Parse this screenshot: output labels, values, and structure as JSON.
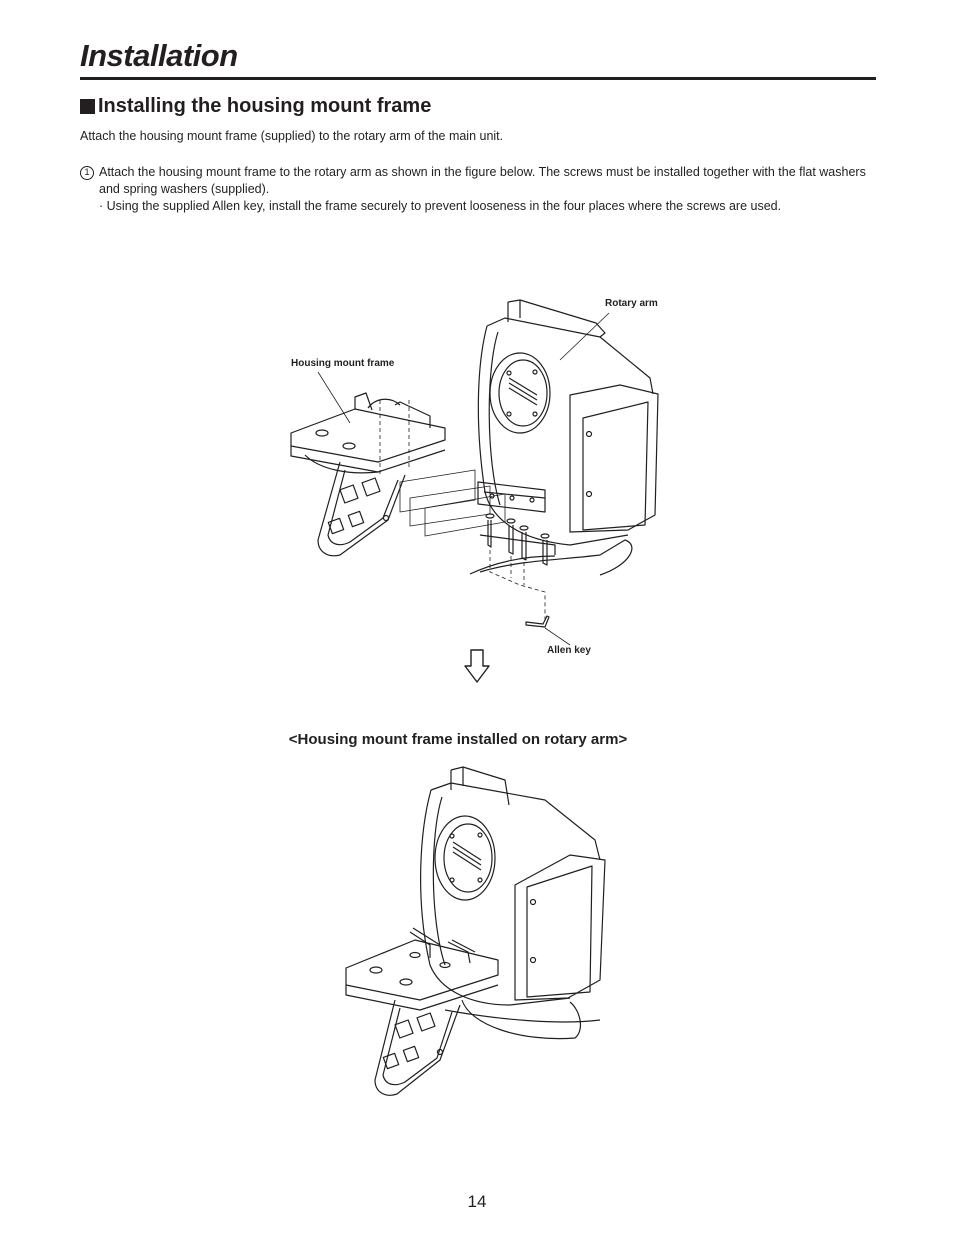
{
  "header": {
    "title": "Installation"
  },
  "section": {
    "heading": "Installing the housing mount frame",
    "intro": "Attach the housing mount frame (supplied) to the rotary arm of the main unit."
  },
  "steps": [
    {
      "number": "1",
      "text": "Attach the housing mount frame to the rotary arm as shown in the figure below. The screws must be installed together with the flat washers and spring washers (supplied).",
      "note": "· Using the supplied Allen key, install the frame securely to prevent looseness in the four places where the screws are used."
    }
  ],
  "figure1": {
    "labels": {
      "rotary_arm": "Rotary arm",
      "housing_mount_frame": "Housing mount frame",
      "allen_key": "Allen key"
    }
  },
  "figure2": {
    "caption": "<Housing mount frame installed on rotary arm>"
  },
  "footer": {
    "page_number": "14"
  }
}
